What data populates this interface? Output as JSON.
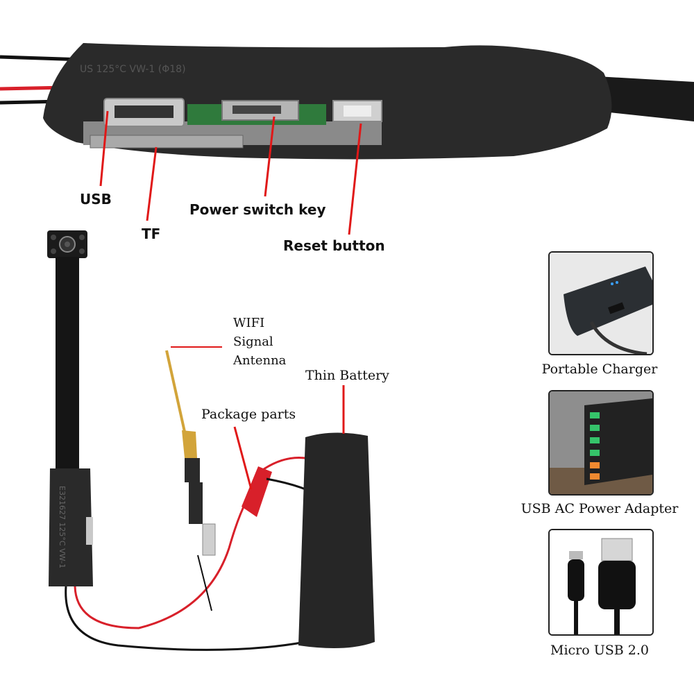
{
  "labels": {
    "usb": "USB",
    "tf": "TF",
    "power_switch_key": "Power switch key",
    "reset_button": "Reset button",
    "wifi_lines": [
      "WIFI",
      "Signal",
      "Antenna"
    ],
    "thin_battery": "Thin Battery",
    "package_parts": "Package parts"
  },
  "board_print": "US 125°C VW-1 (Φ18)",
  "module_print": "E321627 125°C VW-1",
  "accessories": [
    {
      "caption": "Portable Charger",
      "icon": "power-bank-icon"
    },
    {
      "caption": "USB AC Power Adapter",
      "icon": "usb-charging-station-icon"
    },
    {
      "caption": "Micro USB 2.0",
      "icon": "micro-usb-cable-icon"
    }
  ],
  "colors": {
    "pointer": "#e01818",
    "wire_red": "#d8202a",
    "housing": "#2a2a2a"
  }
}
